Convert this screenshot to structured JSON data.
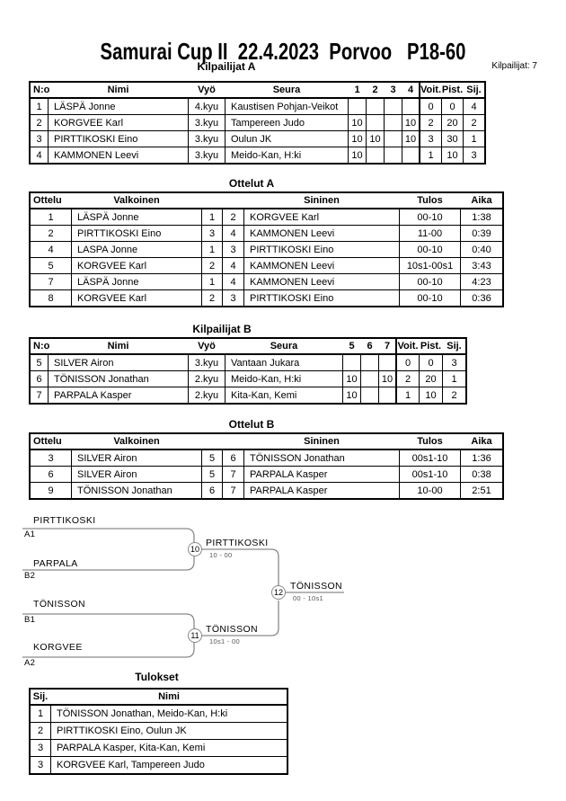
{
  "page": {
    "title": "Samurai Cup II  22.4.2023  Porvoo   P18-60",
    "competitor_count_label": "Kilpailijat: 7"
  },
  "labels": {
    "no_col": "N:o",
    "name_col": "Nimi",
    "belt_col": "Vyö",
    "club_col": "Seura",
    "wins_col": "Voit.",
    "points_col": "Pist.",
    "place_col": "Sij.",
    "match_col": "Ottelu",
    "white_col": "Valkoinen",
    "blue_col": "Sininen",
    "result_col": "Tulos",
    "time_col": "Aika"
  },
  "pool_a": {
    "heading": "Kilpailijat A",
    "round_cols": [
      "1",
      "2",
      "3",
      "4"
    ],
    "rows": [
      {
        "no": "1",
        "name": "LÄSPÄ Jonne",
        "belt": "4.kyu",
        "club": "Kaustisen Pohjan-Veikot",
        "rounds": [
          "",
          "",
          "",
          ""
        ],
        "wins": "0",
        "points": "0",
        "place": "4"
      },
      {
        "no": "2",
        "name": "KORGVEE Karl",
        "belt": "3.kyu",
        "club": "Tampereen Judo",
        "rounds": [
          "10",
          "",
          "",
          "10"
        ],
        "wins": "2",
        "points": "20",
        "place": "2"
      },
      {
        "no": "3",
        "name": "PIRTTIKOSKI Eino",
        "belt": "3.kyu",
        "club": "Oulun JK",
        "rounds": [
          "10",
          "10",
          "",
          "10"
        ],
        "wins": "3",
        "points": "30",
        "place": "1"
      },
      {
        "no": "4",
        "name": "KAMMONEN Leevi",
        "belt": "3.kyu",
        "club": "Meido-Kan, H:ki",
        "rounds": [
          "10",
          "",
          "",
          ""
        ],
        "wins": "1",
        "points": "10",
        "place": "3"
      }
    ]
  },
  "matches_a": {
    "heading": "Ottelut A",
    "rows": [
      {
        "no": "1",
        "white": "LÄSPÄ Jonne",
        "white_no": "1",
        "blue_no": "2",
        "blue": "KORGVEE Karl",
        "result": "00-10",
        "time": "1:38"
      },
      {
        "no": "2",
        "white": "PIRTTIKOSKI Eino",
        "white_no": "3",
        "blue_no": "4",
        "blue": "KAMMONEN Leevi",
        "result": "11-00",
        "time": "0:39"
      },
      {
        "no": "4",
        "white": "LASPA Jonne",
        "white_no": "1",
        "blue_no": "3",
        "blue": "PIRTTIKOSKI Eino",
        "result": "00-10",
        "time": "0:40"
      },
      {
        "no": "5",
        "white": "KORGVEE Karl",
        "white_no": "2",
        "blue_no": "4",
        "blue": "KAMMONEN Leevi",
        "result": "10s1-00s1",
        "time": "3:43"
      },
      {
        "no": "7",
        "white": "LÄSPÄ Jonne",
        "white_no": "1",
        "blue_no": "4",
        "blue": "KAMMONEN Leevi",
        "result": "00-10",
        "time": "4:23"
      },
      {
        "no": "8",
        "white": "KORGVEE Karl",
        "white_no": "2",
        "blue_no": "3",
        "blue": "PIRTTIKOSKI Eino",
        "result": "00-10",
        "time": "0:36"
      }
    ]
  },
  "pool_b": {
    "heading": "Kilpailijat B",
    "round_cols": [
      "5",
      "6",
      "7"
    ],
    "rows": [
      {
        "no": "5",
        "name": "SILVER Airon",
        "belt": "3.kyu",
        "club": "Vantaan Jukara",
        "rounds": [
          "",
          "",
          ""
        ],
        "wins": "0",
        "points": "0",
        "place": "3"
      },
      {
        "no": "6",
        "name": "TÖNISSON Jonathan",
        "belt": "2.kyu",
        "club": "Meido-Kan, H:ki",
        "rounds": [
          "10",
          "",
          "10"
        ],
        "wins": "2",
        "points": "20",
        "place": "1"
      },
      {
        "no": "7",
        "name": "PARPALA Kasper",
        "belt": "2.kyu",
        "club": "Kita-Kan, Kemi",
        "rounds": [
          "10",
          "",
          ""
        ],
        "wins": "1",
        "points": "10",
        "place": "2"
      }
    ]
  },
  "matches_b": {
    "heading": "Ottelut B",
    "rows": [
      {
        "no": "3",
        "white": "SILVER Airon",
        "white_no": "5",
        "blue_no": "6",
        "blue": "TÖNISSON Jonathan",
        "result": "00s1-10",
        "time": "1:36"
      },
      {
        "no": "6",
        "white": "SILVER Airon",
        "white_no": "5",
        "blue_no": "7",
        "blue": "PARPALA Kasper",
        "result": "00s1-10",
        "time": "0:38"
      },
      {
        "no": "9",
        "white": "TÖNISSON Jonathan",
        "white_no": "6",
        "blue_no": "7",
        "blue": "PARPALA Kasper",
        "result": "10-00",
        "time": "2:51"
      }
    ]
  },
  "bracket": {
    "semifinal_1": {
      "match_no": "10",
      "slot_top": "PIRTTIKOSKI",
      "seed_top": "A1",
      "slot_bottom": "PARPALA",
      "seed_bottom": "B2",
      "winner": "PIRTTIKOSKI",
      "score": "10 - 00"
    },
    "semifinal_2": {
      "match_no": "11",
      "slot_top": "TÖNISSON",
      "seed_top": "B1",
      "slot_bottom": "KORGVEE",
      "seed_bottom": "A2",
      "winner": "TÖNISSON",
      "score": "10s1 - 00"
    },
    "final": {
      "match_no": "12",
      "winner": "TÖNISSON",
      "score": "00 - 10s1"
    }
  },
  "results": {
    "heading": "Tulokset",
    "rows": [
      {
        "place": "1",
        "name": "TÖNISSON Jonathan, Meido-Kan, H:ki"
      },
      {
        "place": "2",
        "name": "PIRTTIKOSKI Eino, Oulun JK"
      },
      {
        "place": "3",
        "name": "PARPALA Kasper, Kita-Kan, Kemi"
      },
      {
        "place": "3",
        "name": "KORGVEE Karl, Tampereen Judo"
      }
    ]
  }
}
